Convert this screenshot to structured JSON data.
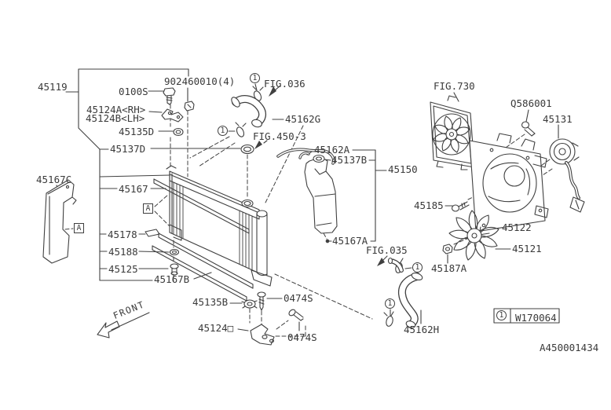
{
  "drawing_number": "A450001434",
  "front_label": "FRONT",
  "ref_marker": "A",
  "callout": {
    "symbol": "1"
  },
  "legend": {
    "symbol": "1",
    "code": "W170064"
  },
  "labels": [
    {
      "name": "part-45119",
      "text": "45119"
    },
    {
      "name": "part-0100s",
      "text": "0100S"
    },
    {
      "name": "part-902460010",
      "text": "902460010(4)"
    },
    {
      "name": "part-45124a",
      "text": "45124A<RH>"
    },
    {
      "name": "part-45124b",
      "text": "45124B<LH>"
    },
    {
      "name": "part-45135d",
      "text": "45135D"
    },
    {
      "name": "part-45137d",
      "text": "45137D"
    },
    {
      "name": "part-45167c",
      "text": "45167C"
    },
    {
      "name": "part-45167",
      "text": "45167"
    },
    {
      "name": "part-45178",
      "text": "45178"
    },
    {
      "name": "part-45188",
      "text": "45188"
    },
    {
      "name": "part-45125",
      "text": "45125"
    },
    {
      "name": "part-45167b",
      "text": "45167B"
    },
    {
      "name": "part-45135b",
      "text": "45135B"
    },
    {
      "name": "part-0474s-1",
      "text": "0474S"
    },
    {
      "name": "part-45124sq",
      "text": "45124□"
    },
    {
      "name": "part-0474s-2",
      "text": "0474S"
    },
    {
      "name": "part-45162g",
      "text": "45162G"
    },
    {
      "name": "fig-036",
      "text": "FIG.036"
    },
    {
      "name": "fig-450-3",
      "text": "FIG.450-3"
    },
    {
      "name": "part-45162a",
      "text": "45162A"
    },
    {
      "name": "part-45137b",
      "text": "45137B"
    },
    {
      "name": "part-45150",
      "text": "45150"
    },
    {
      "name": "part-45167a",
      "text": "45167A"
    },
    {
      "name": "fig-035",
      "text": "FIG.035"
    },
    {
      "name": "part-45162h",
      "text": "45162H"
    },
    {
      "name": "fig-730",
      "text": "FIG.730"
    },
    {
      "name": "part-q586001",
      "text": "Q586001"
    },
    {
      "name": "part-45131",
      "text": "45131"
    },
    {
      "name": "part-45185",
      "text": "45185"
    },
    {
      "name": "part-45122",
      "text": "45122"
    },
    {
      "name": "part-45121",
      "text": "45121"
    },
    {
      "name": "part-45187a",
      "text": "45187A"
    }
  ]
}
